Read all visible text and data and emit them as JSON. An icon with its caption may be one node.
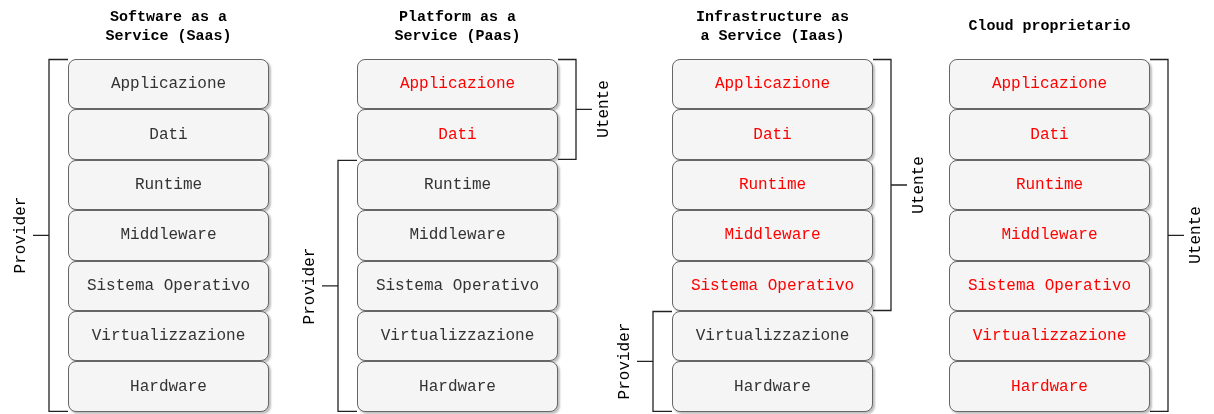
{
  "diagram": {
    "nodes": [
      {
        "text": [
          "Applicazione"
        ]
      },
      {
        "text": [
          "Dati"
        ]
      },
      {
        "text": [
          "Runtime"
        ]
      },
      {
        "text": [
          "Middleware"
        ]
      },
      {
        "text": [
          "Sistema Operativo"
        ]
      },
      {
        "text": [
          "Virtualizzazione"
        ]
      },
      {
        "text": [
          "Hardware"
        ]
      },
      {
        "text": [
          "Applicazione"
        ]
      },
      {
        "text": [
          "Dati"
        ]
      },
      {
        "text": [
          "Runtime"
        ]
      },
      {
        "text": [
          "Middleware"
        ]
      },
      {
        "text": [
          "Sistema Operativo"
        ]
      },
      {
        "text": [
          "Virtualizzazione"
        ]
      },
      {
        "text": [
          "Hardware"
        ]
      },
      {
        "text": [
          "Applicazione"
        ]
      },
      {
        "text": [
          "Dati"
        ]
      },
      {
        "text": [
          "Runtime"
        ]
      },
      {
        "text": [
          "Middleware"
        ]
      },
      {
        "text": [
          "Sistema Operativo"
        ]
      },
      {
        "text": [
          "Virtualizzazione"
        ]
      },
      {
        "text": [
          "Hardware"
        ]
      },
      {
        "text": [
          "Applicazione"
        ]
      },
      {
        "text": [
          "Dati"
        ]
      },
      {
        "text": [
          "Runtime"
        ]
      },
      {
        "text": [
          "Middleware"
        ]
      },
      {
        "text": [
          "Sistema Operativo"
        ]
      },
      {
        "text": [
          "Virtualizzazione"
        ]
      },
      {
        "text": [
          "Hardware"
        ]
      }
    ],
    "labels": [
      "Software as a Service (Saas)",
      "Platform as a Service (Paas)",
      "Infrastructure as a Service (Iaas)",
      "Cloud proprietario",
      "Provider",
      "Utente",
      "Provider",
      "Utente",
      "Provider",
      "Utente"
    ]
  }
}
